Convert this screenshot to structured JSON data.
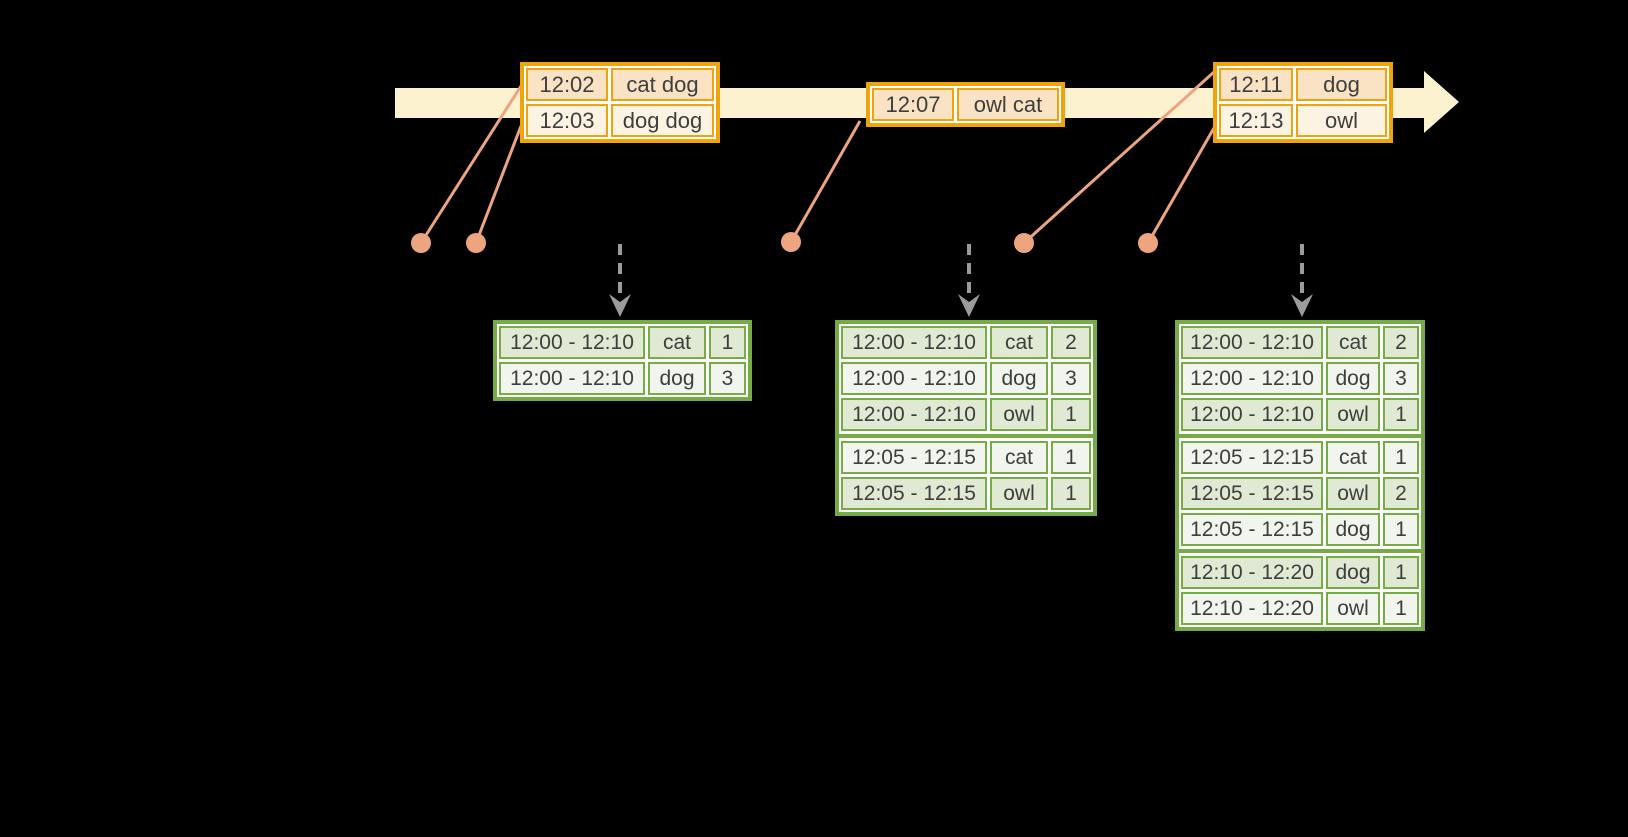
{
  "colors": {
    "background": "#000000",
    "band": "#FCF2CF",
    "orange": "#F0A30A",
    "peachDark": "#FAE3C4",
    "peachLight": "#FCF3E3",
    "salmon": "#EDA57F",
    "gray": "#9B9B9B",
    "green": "#76AC44",
    "greenDark": "#DFE9D4",
    "greenLight": "#F1F5ED",
    "ink": "#3E3E3E"
  },
  "timeline": {
    "event_tables": [
      {
        "rows": [
          {
            "time": "12:02",
            "words": "cat dog",
            "shade": "dark"
          },
          {
            "time": "12:03",
            "words": "dog dog",
            "shade": "light"
          }
        ]
      },
      {
        "rows": [
          {
            "time": "12:07",
            "words": "owl cat",
            "shade": "dark"
          }
        ]
      },
      {
        "rows": [
          {
            "time": "12:11",
            "words": "dog",
            "shade": "dark"
          },
          {
            "time": "12:13",
            "words": "owl",
            "shade": "light"
          }
        ]
      }
    ]
  },
  "result_tables": [
    {
      "rows": [
        {
          "window": "12:00 - 12:10",
          "word": "cat",
          "count": "1",
          "shade": "dark"
        },
        {
          "window": "12:00 - 12:10",
          "word": "dog",
          "count": "3",
          "shade": "light"
        }
      ]
    },
    {
      "rows": [
        {
          "window": "12:00 - 12:10",
          "word": "cat",
          "count": "2",
          "shade": "dark"
        },
        {
          "window": "12:00 - 12:10",
          "word": "dog",
          "count": "3",
          "shade": "light"
        },
        {
          "window": "12:00 - 12:10",
          "word": "owl",
          "count": "1",
          "shade": "dark"
        },
        {
          "window": "12:05 - 12:15",
          "word": "cat",
          "count": "1",
          "shade": "light",
          "group_start": true
        },
        {
          "window": "12:05 - 12:15",
          "word": "owl",
          "count": "1",
          "shade": "dark"
        }
      ]
    },
    {
      "rows": [
        {
          "window": "12:00 - 12:10",
          "word": "cat",
          "count": "2",
          "shade": "dark"
        },
        {
          "window": "12:00 - 12:10",
          "word": "dog",
          "count": "3",
          "shade": "light"
        },
        {
          "window": "12:00 - 12:10",
          "word": "owl",
          "count": "1",
          "shade": "dark"
        },
        {
          "window": "12:05 - 12:15",
          "word": "cat",
          "count": "1",
          "shade": "light",
          "group_start": true
        },
        {
          "window": "12:05 - 12:15",
          "word": "owl",
          "count": "2",
          "shade": "dark"
        },
        {
          "window": "12:05 - 12:15",
          "word": "dog",
          "count": "1",
          "shade": "light"
        },
        {
          "window": "12:10 - 12:20",
          "word": "dog",
          "count": "1",
          "shade": "dark",
          "group_start": true
        },
        {
          "window": "12:10 - 12:20",
          "word": "owl",
          "count": "1",
          "shade": "light"
        }
      ]
    }
  ]
}
